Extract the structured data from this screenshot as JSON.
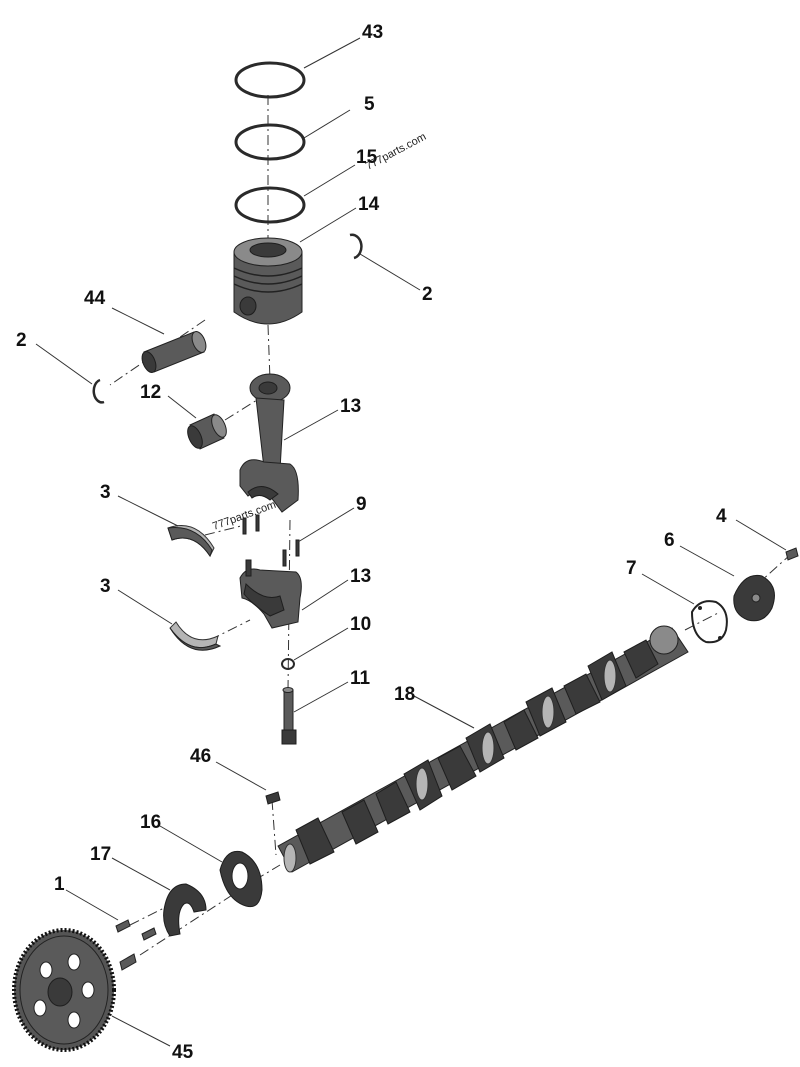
{
  "watermark": "777parts.com",
  "callouts": {
    "c43": "43",
    "c5": "5",
    "c15": "15",
    "c14": "14",
    "c2a": "2",
    "c44": "44",
    "c2b": "2",
    "c12": "12",
    "c13a": "13",
    "c3a": "3",
    "c9": "9",
    "c3b": "3",
    "c13b": "13",
    "c10": "10",
    "c11": "11",
    "c18": "18",
    "c4": "4",
    "c6": "6",
    "c7": "7",
    "c46": "46",
    "c16": "16",
    "c17": "17",
    "c1": "1",
    "c45": "45"
  }
}
